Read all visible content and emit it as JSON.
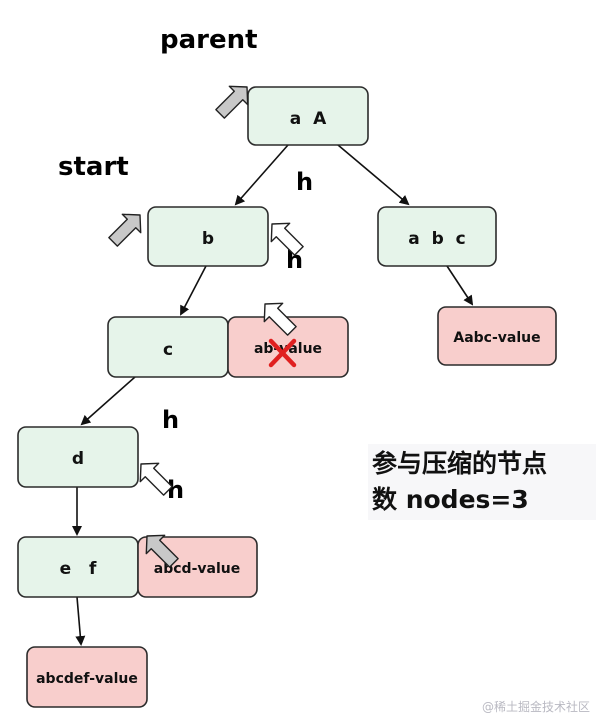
{
  "labels": {
    "parent": "parent",
    "start": "start",
    "h": "h"
  },
  "nodes": {
    "root": "a  A",
    "b": "b",
    "abc": "a  b  c",
    "c": "c",
    "d": "d",
    "ef": "e   f"
  },
  "values": {
    "ab": "ab-value",
    "aabc": "Aabc-value",
    "abcd": "abcd-value",
    "abcdef": "abcdef-value"
  },
  "note": {
    "line1": "参与压缩的节点",
    "line2": "数 nodes=3"
  },
  "watermark": "@稀土掘金技术社区",
  "colors": {
    "node_fill": "#e6f4ea",
    "value_fill": "#f8cecc",
    "stroke": "#2b2b2b",
    "cross": "#e02020",
    "pointer_fill": "#c8c8c8"
  }
}
